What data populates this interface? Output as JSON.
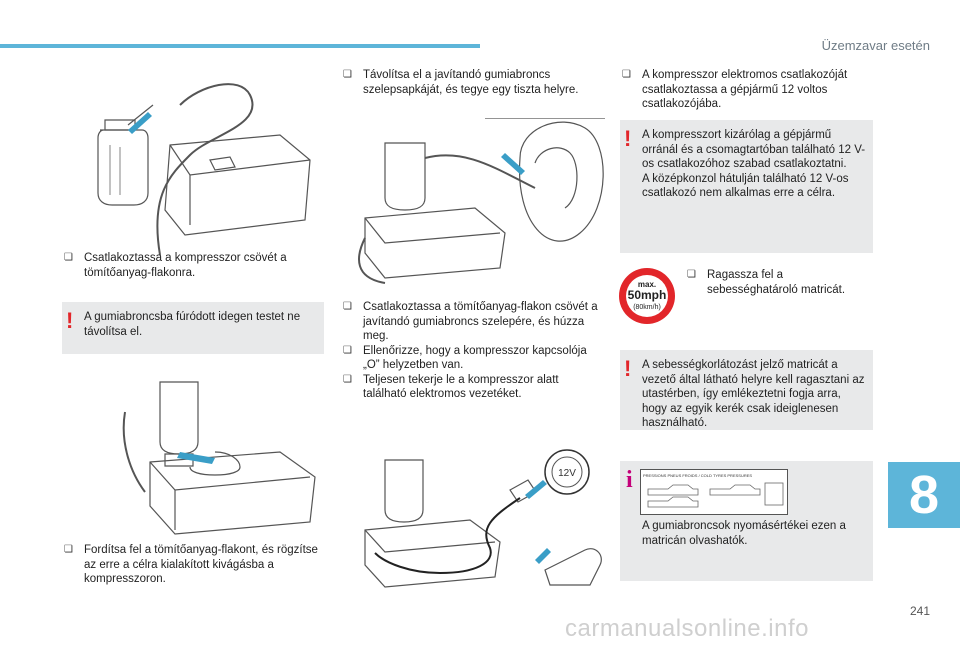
{
  "header": {
    "section": "Üzemzavar esetén"
  },
  "col1": {
    "step1": "Csatlakoztassa a kompresszor csövét a tömítőanyag-flakonra.",
    "warning1": "A gumiabroncsba fúródott idegen testet ne távolítsa el.",
    "step2": "Fordítsa fel a tömítőanyag-flakont, és rögzítse az erre a célra kialakított kivágásba a kompresszoron."
  },
  "col2": {
    "step1": "Távolítsa el a javítandó gumiabroncs szelepsapkáját, és tegye egy tiszta helyre.",
    "step2": "Csatlakoztassa a tömítőanyag-flakon csövét a javítandó gumiabroncs szelepére, és húzza meg.",
    "step3": "Ellenőrizze, hogy a kompresszor kapcsolója „O” helyzetben van.",
    "step4": "Teljesen tekerje le a kompresszor alatt található elektromos vezetéket.",
    "socket_label": "12V"
  },
  "col3": {
    "step1": "A kompresszor elektromos csatlakozóját csatlakoztassa a gépjármű 12 voltos csatlakozójába.",
    "warning1_a": "A kompresszort kizárólag a gépjármű orránál és a csomagtartóban található 12 V-os csatlakozóhoz szabad csatlakoztatni.",
    "warning1_b": "A középkonzol hátulján található 12 V-os csatlakozó nem alkalmas erre a célra.",
    "speed_sign": {
      "max": "max.",
      "speed": "50mph",
      "kmh": "(80km/h)"
    },
    "step2": "Ragassza fel a sebességhatároló matricát.",
    "warning2": "A sebességkorlátozást jelző matricát a vezető által látható helyre kell ragasztani az utastérben, így emlékeztetni fogja arra, hogy az egyik kerék csak ideiglenesen használható.",
    "tyre_label_title": "PRESSIONS PNEUS FROIDS / COLD TYRES PRESSURES",
    "info1": "A gumiabroncsok nyomásértékei ezen a matricán olvashatók."
  },
  "chapter": "8",
  "page_number": "241",
  "watermark": "carmanualsonline.info",
  "colors": {
    "accent": "#5db5d9",
    "warning": "#e2262a",
    "info": "#c4007a",
    "note_bg": "#e8e9ea"
  }
}
